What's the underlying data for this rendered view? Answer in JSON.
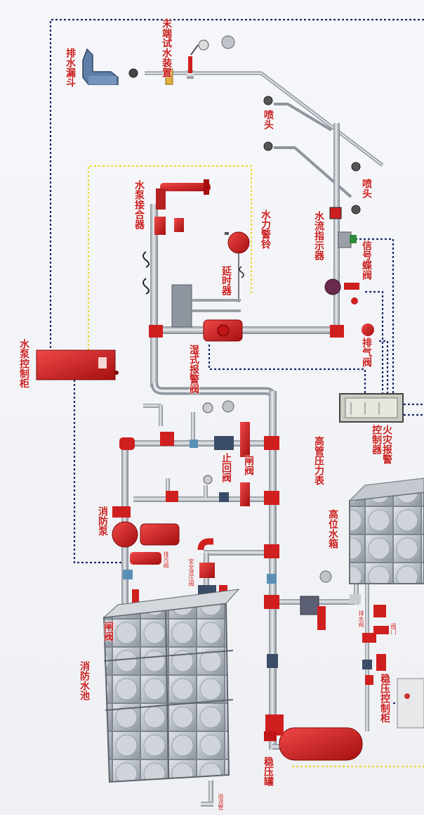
{
  "labels": {
    "end_test_device": "末端试水装置",
    "drain_funnel": "排水漏斗",
    "sprinkler_head_1": "喷头",
    "sprinkler_head_2": "喷头",
    "pump_adapter": "水泵接合器",
    "water_gong": "水力警铃",
    "delayer": "延时器",
    "water_flow_indicator": "水流指示器",
    "signal_butterfly_valve": "信号蝶阀",
    "exhaust_valve": "排气阀",
    "alarm_valve": "湿式报警阀",
    "pump_control_cabinet": "水泵控制柜",
    "fire_alarm_controller": "火灾报警控制器",
    "high_pressure_switch": "高管压力表",
    "check_valve": "止回阀",
    "gate_valve_1": "闸阀",
    "fire_pump": "消防泵",
    "gate_valve_2": "闸阀",
    "safety_relief_valve": "安全泄压阀",
    "high_level_tank": "高位水箱",
    "fire_pool": "消防水池",
    "stabilizer_control_cabinet": "稳压控制柜",
    "stabilizer_tank": "稳压罐",
    "small_pump_label": "排污阀",
    "small_tank_label_1": "排水阀",
    "small_tank_label_2": "阀门",
    "small_pool_label": "溢流管"
  },
  "colors": {
    "pipe": "#c8ccd2",
    "pipe_dark": "#8c939c",
    "fitting_red": "#d01f1f",
    "signal_line": "#1a2a6c",
    "power_line": "#f0d83a",
    "label_red": "#c81e1e"
  }
}
